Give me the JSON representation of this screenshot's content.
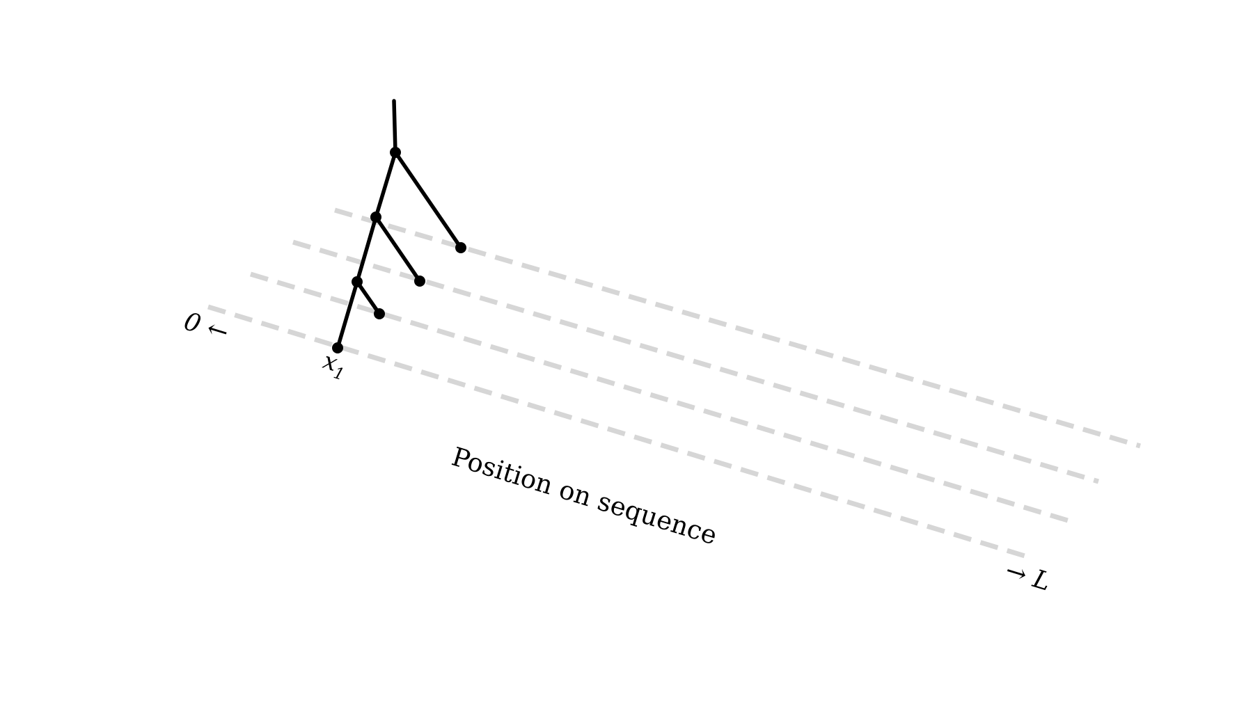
{
  "diagram": {
    "axis_label": "Position on sequence",
    "start_label": "0 ←",
    "end_label": "→ L",
    "leaf_label_base": "x",
    "leaf_label_subscript": "1",
    "sequence_line_count": 4,
    "colors": {
      "tree": "#000000",
      "sequence_lines": "#d6d6d6",
      "background": "#ffffff"
    }
  }
}
